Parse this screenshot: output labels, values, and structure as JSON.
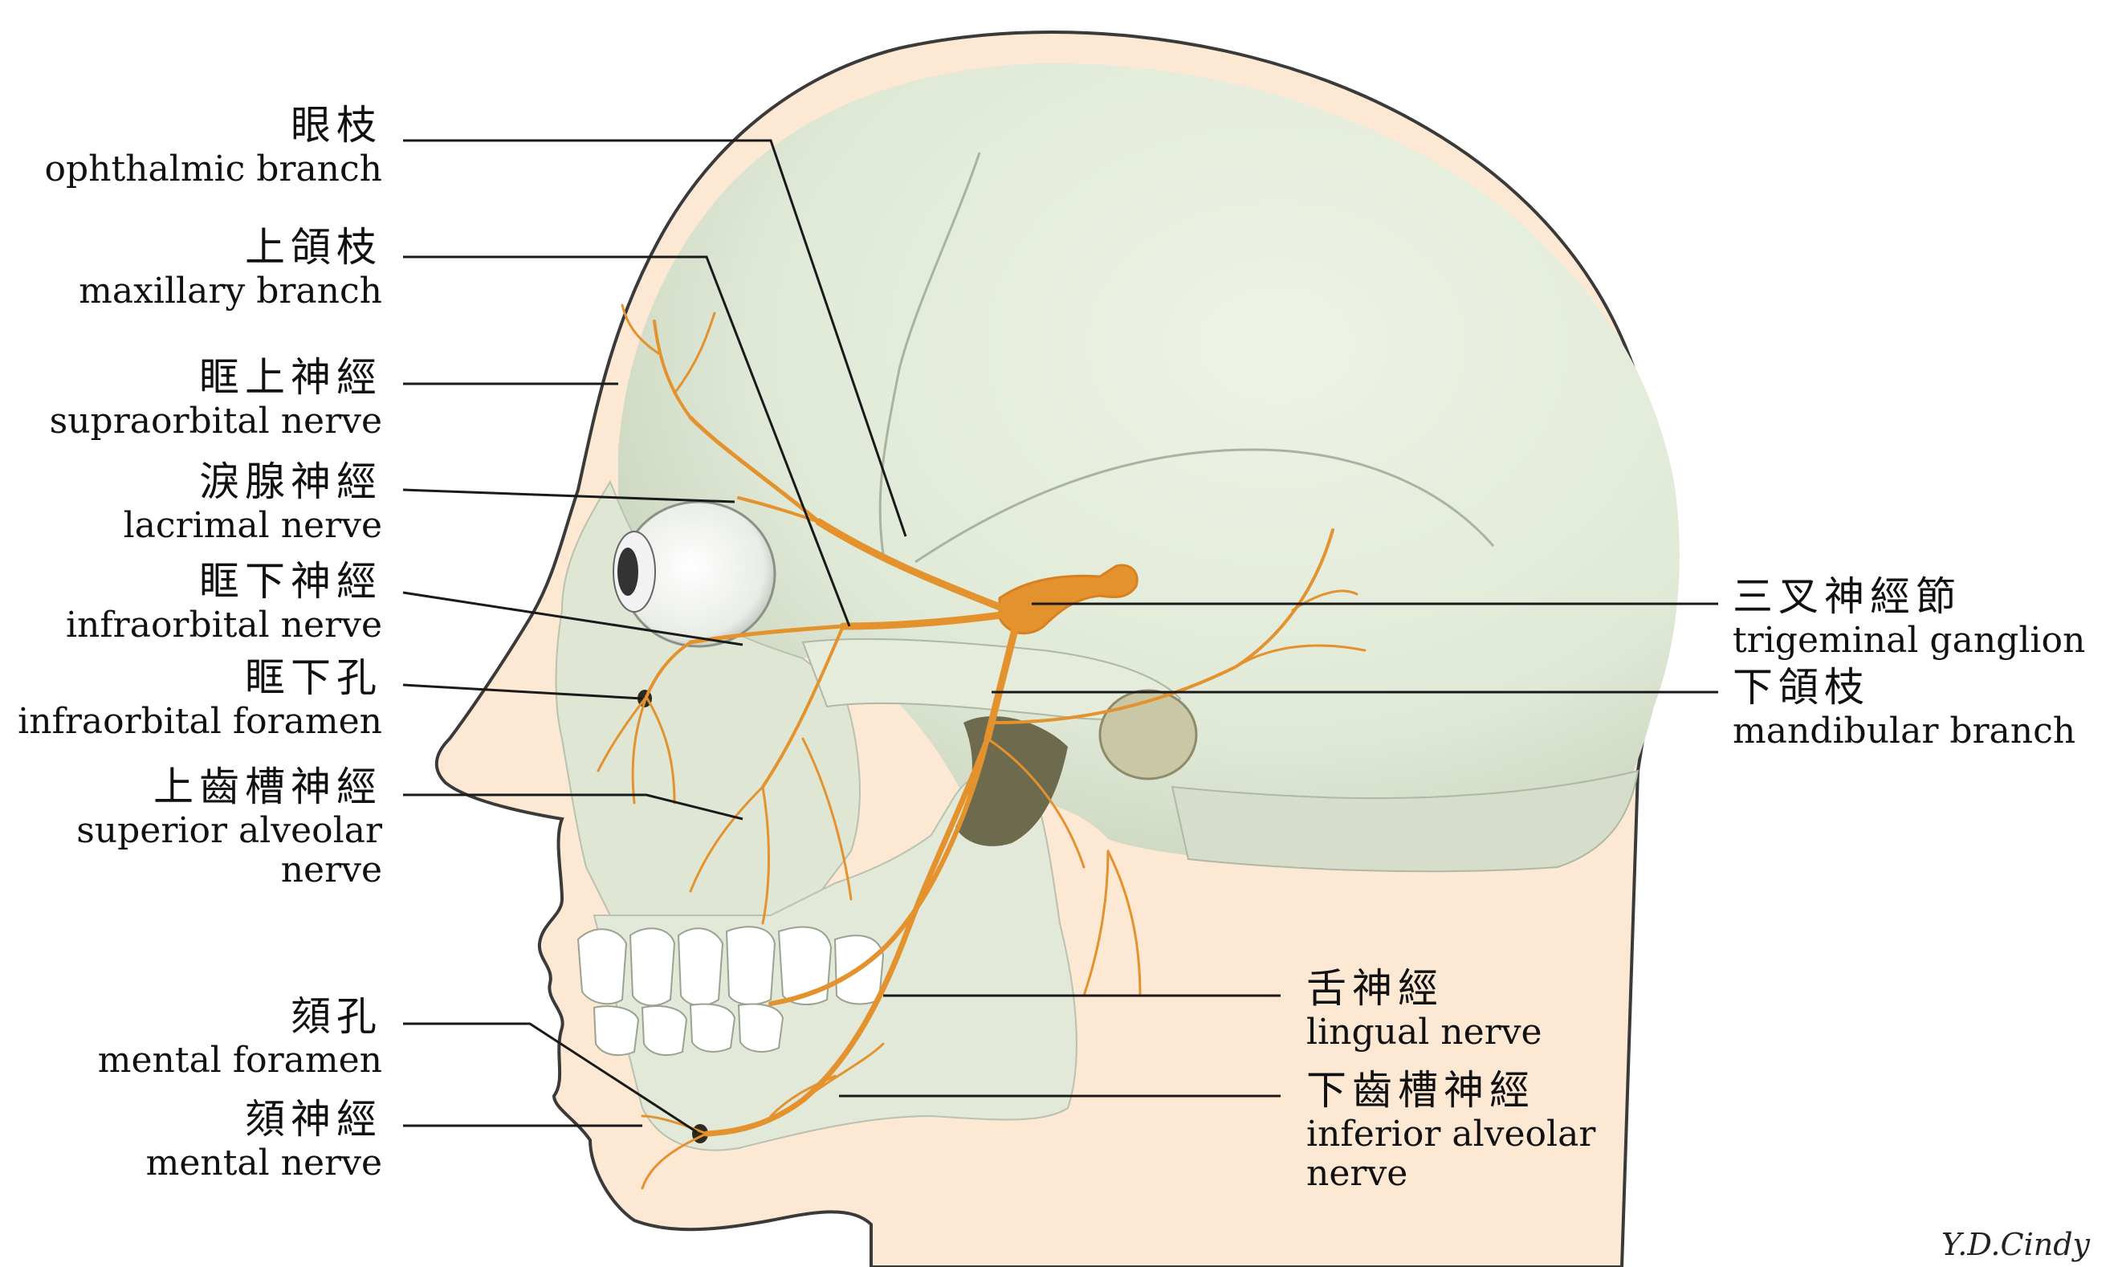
{
  "colors": {
    "skull": "#e4ecdb",
    "skull_shadow": "#c9d4bf",
    "skin_glow": "#fbe3cc",
    "outline": "#3a3a3a",
    "nerve": "#e3922e",
    "leader_line": "#1a1a1a",
    "text": "#111111"
  },
  "labels_left": [
    {
      "zh": "眼枝",
      "en": "ophthalmic branch"
    },
    {
      "zh": "上頜枝",
      "en": "maxillary branch"
    },
    {
      "zh": "眶上神經",
      "en": "supraorbital nerve"
    },
    {
      "zh": "淚腺神經",
      "en": "lacrimal nerve"
    },
    {
      "zh": "眶下神經",
      "en": "infraorbital nerve"
    },
    {
      "zh": "眶下孔",
      "en": "infraorbital foramen"
    },
    {
      "zh": "上齒槽神經",
      "en": "superior alveolar\nnerve"
    },
    {
      "zh": "頦孔",
      "en": "mental foramen"
    },
    {
      "zh": "頦神經",
      "en": "mental nerve"
    }
  ],
  "labels_right": [
    {
      "zh": "三叉神經節",
      "en": "trigeminal ganglion"
    },
    {
      "zh": "下頜枝",
      "en": "mandibular branch"
    },
    {
      "zh": "舌神經",
      "en": "lingual nerve"
    },
    {
      "zh": "下齒槽神經",
      "en": "inferior alveolar\nnerve"
    }
  ],
  "signature": "Y.D.Cindy"
}
